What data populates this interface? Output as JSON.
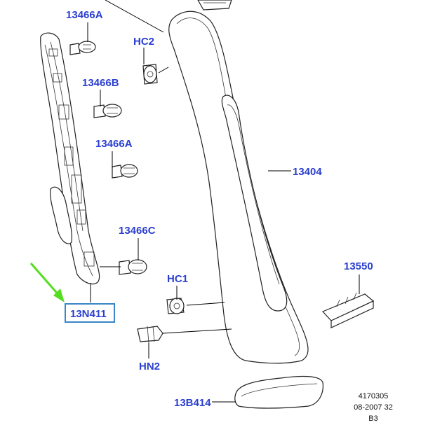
{
  "diagram": {
    "callouts": [
      {
        "id": "13466A_top",
        "text": "13466A"
      },
      {
        "id": "HC2",
        "text": "HC2"
      },
      {
        "id": "13466B",
        "text": "13466B"
      },
      {
        "id": "13466A_mid",
        "text": "13466A"
      },
      {
        "id": "13404",
        "text": "13404"
      },
      {
        "id": "13466C",
        "text": "13466C"
      },
      {
        "id": "13550",
        "text": "13550"
      },
      {
        "id": "HC1",
        "text": "HC1"
      },
      {
        "id": "13N411",
        "text": "13N411"
      },
      {
        "id": "HN2",
        "text": "HN2"
      },
      {
        "id": "13B414",
        "text": "13B414"
      }
    ],
    "highlighted_callout": "13N411",
    "reference": {
      "line1": "4170305",
      "line2": "08-2007 32",
      "line3": "B3"
    },
    "colors": {
      "label": "#2b3fd0",
      "highlight_box": "#3a86c8",
      "arrow": "#55dd22"
    }
  }
}
